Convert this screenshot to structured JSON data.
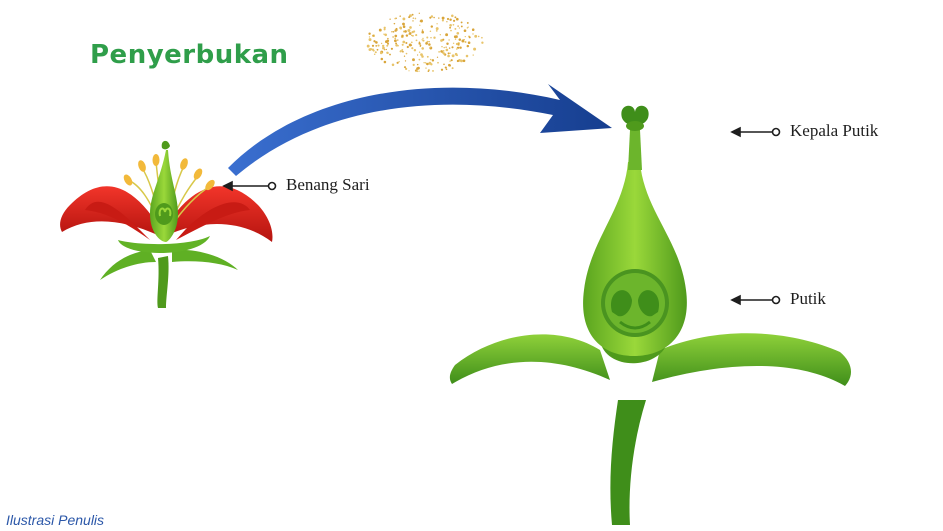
{
  "title": "Penyerbukan",
  "labels": {
    "benang_sari": "Benang Sari",
    "kepala_putik": "Kepala Putik",
    "putik": "Putik"
  },
  "credit": "Ilustrasi Penulis",
  "colors": {
    "title_green": "#2f9e4a",
    "petal_red": "#e0261e",
    "plant_green": "#6fbf2a",
    "arrow_blue": "#1e4fa3",
    "pollen_gold": "#d9a53a",
    "credit_blue": "#2b57a8"
  }
}
